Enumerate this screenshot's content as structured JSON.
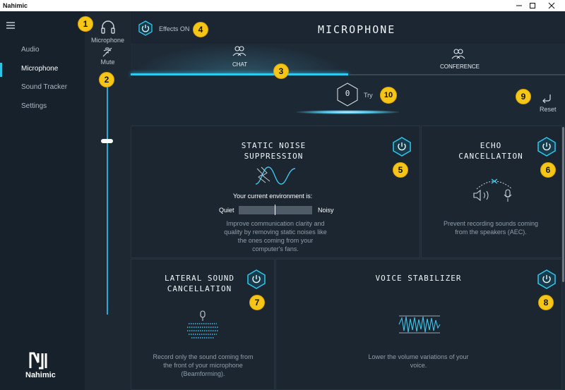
{
  "app": {
    "title": "Nahimic",
    "logo_text": "Nahimic"
  },
  "sidebar": {
    "items": [
      {
        "label": "Audio",
        "active": false
      },
      {
        "label": "Microphone",
        "active": true
      },
      {
        "label": "Sound Tracker",
        "active": false
      },
      {
        "label": "Settings",
        "active": false
      }
    ]
  },
  "mic_column": {
    "device_label": "Microphone",
    "mute_label": "Mute",
    "volume_level": 0.77
  },
  "header": {
    "title": "MICROPHONE",
    "effects_label": "Effects ON"
  },
  "tabs": [
    {
      "label": "CHAT",
      "active": true
    },
    {
      "label": "CONFERENCE",
      "active": false
    }
  ],
  "try": {
    "label": "Try",
    "digit": "0"
  },
  "reset": {
    "label": "Reset"
  },
  "cards": {
    "static_noise": {
      "title_line1": "STATIC NOISE",
      "title_line2": "SUPPRESSION",
      "env_label": "Your current environment is:",
      "quiet": "Quiet",
      "noisy": "Noisy",
      "desc_line1": "Improve communication clarity and",
      "desc_line2": "quality by removing static noises like",
      "desc_line3": "the ones coming from your",
      "desc_line4": "computer's fans.",
      "environment_level": 0.5
    },
    "echo": {
      "title_line1": "ECHO",
      "title_line2": "CANCELLATION",
      "desc_line1": "Prevent recording sounds coming",
      "desc_line2": "from the speakers (AEC)."
    },
    "lateral": {
      "title_line1": "LATERAL SOUND",
      "title_line2": "CANCELLATION",
      "desc_line1": "Record only the sound coming from",
      "desc_line2": "the front of your microphone",
      "desc_line3": "(Beamforming)."
    },
    "stabilizer": {
      "title": "VOICE STABILIZER",
      "desc_line1": "Lower the volume variations of your",
      "desc_line2": "voice."
    }
  },
  "badges": [
    "1",
    "2",
    "3",
    "4",
    "5",
    "6",
    "7",
    "8",
    "9",
    "10"
  ],
  "colors": {
    "accent": "#2fc8ef",
    "badge": "#f5c518",
    "background": "#1e2a36"
  }
}
